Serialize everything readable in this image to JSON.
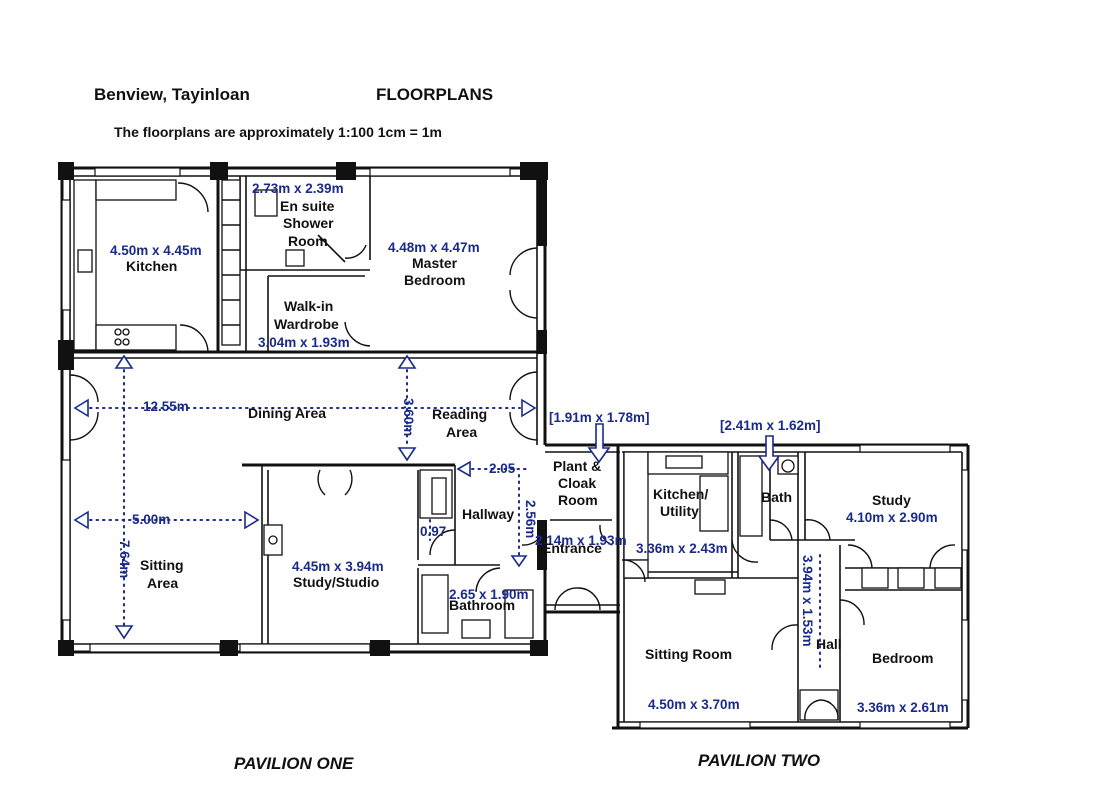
{
  "header": {
    "property": "Benview, Tayinloan",
    "title": "FLOORPLANS",
    "scale_note": "The floorplans are approximately 1:100  1cm = 1m"
  },
  "pavilion_one": {
    "label": "PAVILION ONE",
    "rooms": {
      "kitchen": {
        "name": "Kitchen",
        "size": "4.50m x 4.45m"
      },
      "ensuite": {
        "name_line1": "En suite",
        "name_line2": "Shower",
        "name_line3": "Room",
        "size": "2.73m x 2.39m"
      },
      "master": {
        "name_line1": "Master",
        "name_line2": "Bedroom",
        "size": "4.48m x 4.47m"
      },
      "wardrobe": {
        "name_line1": "Walk-in",
        "name_line2": "Wardrobe",
        "size": "3.04m x 1.93m"
      },
      "dining": {
        "name": "Dining Area",
        "length": "12.55m"
      },
      "reading": {
        "name_line1": "Reading",
        "name_line2": "Area",
        "depth": "3.60m"
      },
      "sitting": {
        "name_line1": "Sitting",
        "name_line2": "Area",
        "width": "5.00m",
        "length": "7.64m"
      },
      "study": {
        "name": "Study/Studio",
        "size": "4.45m x 3.94m"
      },
      "hallway": {
        "name": "Hallway",
        "width": "2.05",
        "length": "2.56m",
        "cupboard": "0.97"
      },
      "bathroom": {
        "name": "Bathroom",
        "size": "2.65 x 1.90m"
      }
    }
  },
  "link": {
    "plant": {
      "name_line1": "Plant &",
      "name_line2": "Cloak",
      "name_line3": "Room",
      "size": "[1.91m x 1.78m]"
    },
    "entrance": {
      "name": "Entrance",
      "size": "2.14m x 1.93m"
    }
  },
  "pavilion_two": {
    "label": "PAVILION TWO",
    "rooms": {
      "kitchen": {
        "name_line1": "Kitchen/",
        "name_line2": "Utility",
        "size": "3.36m x 2.43m"
      },
      "bath": {
        "name": "Bath",
        "size": "[2.41m x 1.62m]"
      },
      "study": {
        "name": "Study",
        "size": "4.10m x 2.90m"
      },
      "sitting": {
        "name": "Sitting Room",
        "size": "4.50m x 3.70m"
      },
      "hall": {
        "name": "Hall",
        "size": "3.94m x 1.53m"
      },
      "bedroom": {
        "name": "Bedroom",
        "size": "3.36m x 2.61m"
      }
    }
  },
  "colors": {
    "walls": "#111111",
    "dimensions": "#1a2a8a",
    "background": "#ffffff"
  }
}
